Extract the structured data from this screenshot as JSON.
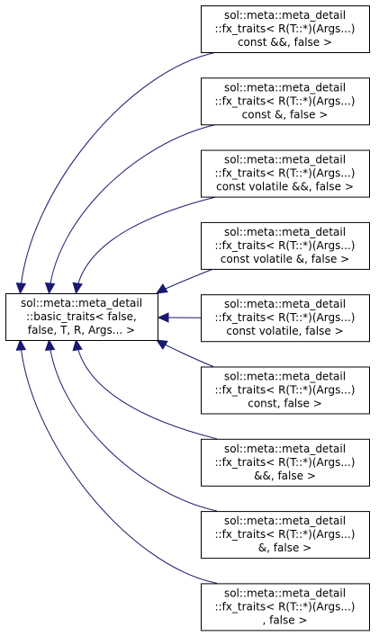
{
  "base_node": {
    "lines": [
      "sol::meta::meta_detail",
      "::basic_traits< false,",
      "false, T, R, Args... >"
    ]
  },
  "derived_nodes": [
    {
      "lines": [
        "sol::meta::meta_detail",
        "::fx_traits< R(T::*)(Args...)",
        "const &&, false >"
      ]
    },
    {
      "lines": [
        "sol::meta::meta_detail",
        "::fx_traits< R(T::*)(Args...)",
        "const &, false >"
      ]
    },
    {
      "lines": [
        "sol::meta::meta_detail",
        "::fx_traits< R(T::*)(Args...)",
        "const volatile &&, false >"
      ]
    },
    {
      "lines": [
        "sol::meta::meta_detail",
        "::fx_traits< R(T::*)(Args...)",
        "const volatile &, false >"
      ]
    },
    {
      "lines": [
        "sol::meta::meta_detail",
        "::fx_traits< R(T::*)(Args...)",
        "const volatile, false >"
      ]
    },
    {
      "lines": [
        "sol::meta::meta_detail",
        "::fx_traits< R(T::*)(Args...)",
        "const, false >"
      ]
    },
    {
      "lines": [
        "sol::meta::meta_detail",
        "::fx_traits< R(T::*)(Args...)",
        "&&, false >"
      ]
    },
    {
      "lines": [
        "sol::meta::meta_detail",
        "::fx_traits< R(T::*)(Args...)",
        "&, false >"
      ]
    },
    {
      "lines": [
        "sol::meta::meta_detail",
        "::fx_traits< R(T::*)(Args...)",
        ", false >"
      ]
    }
  ],
  "colors": {
    "edge": "#191970",
    "box_stroke": "#000000",
    "background": "#ffffff"
  }
}
